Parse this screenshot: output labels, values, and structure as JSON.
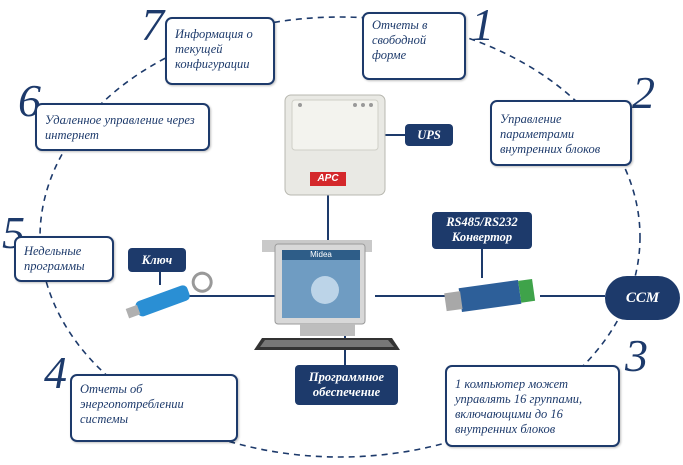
{
  "numbers": [
    "1",
    "2",
    "3",
    "4",
    "5",
    "6",
    "7"
  ],
  "boxes": {
    "b1": "Отчеты в свободной форме",
    "b2": "Управление параметрами внутренних блоков",
    "b3": "1 компьютер может управлять 16 группами, включающими до 16 внутренних блоков",
    "b4": "Отчеты об энергопотреблении системы",
    "b5": "Недельные программы",
    "b6": "Удаленное управление через интернет",
    "b7": "Информация о текущей конфигурации"
  },
  "labels": {
    "ups": "UPS",
    "converter": "RS485/RS232 Конвертор",
    "key": "Ключ",
    "software": "Программное обеспечение",
    "ccm": "CCM",
    "apc": "APC",
    "midea": "Midea"
  },
  "colors": {
    "navy": "#1d3a6b",
    "dashed": "#1d3a6b",
    "apc": "#d4282b"
  }
}
